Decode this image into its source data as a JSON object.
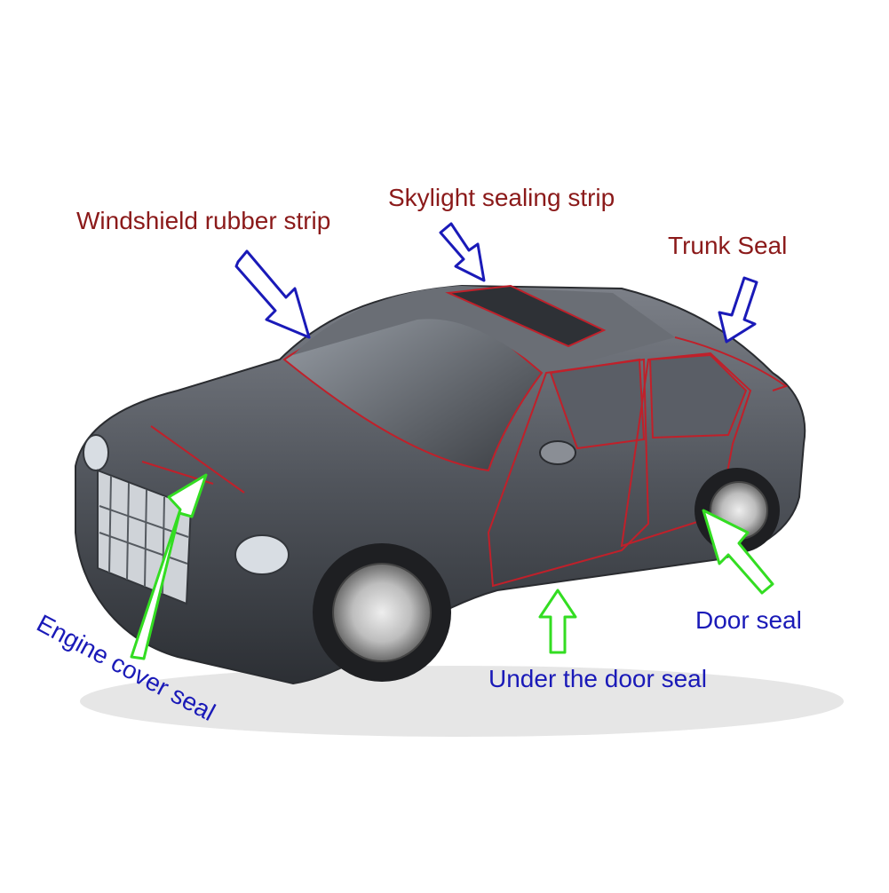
{
  "labels": {
    "windshield": "Windshield rubber strip",
    "skylight": "Skylight sealing strip",
    "trunk": "Trunk Seal",
    "door": "Door seal",
    "under_door": "Under the door seal",
    "engine_cover": "Engine cover seal"
  },
  "colors": {
    "red_label": "#8b1a1a",
    "blue_label": "#1a1ab8",
    "blue_arrow": "#1a1ab8",
    "green_arrow": "#33dd22",
    "seal_line": "#c0202a",
    "car_body": "#4a4e55"
  },
  "icons": {
    "blue_arrow": "hollow-arrow-icon",
    "green_arrow": "hollow-arrow-icon"
  }
}
